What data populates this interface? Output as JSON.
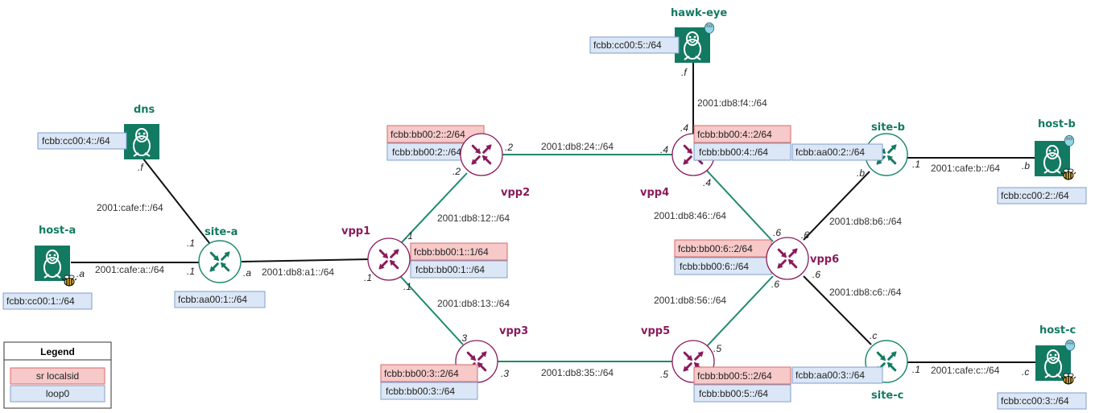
{
  "colors": {
    "host_green": "#137a62",
    "router_purple": "#8a1a5c",
    "link_teal": "#1f8a70",
    "link_black": "#111111",
    "localsid_fill": "#f7c9c9",
    "localsid_border": "#d46a6a",
    "loop0_fill": "#dbe7f6",
    "loop0_border": "#7f9ccc"
  },
  "legend": {
    "title": "Legend",
    "localsid_label": "sr localsid",
    "loop0_label": "loop0"
  },
  "nodes": {
    "dns": {
      "name": "dns",
      "loop0": "fcbb:cc00:4::/64",
      "iface": ".f",
      "icon": "linux-tux-icon"
    },
    "hawk_eye": {
      "name": "hawk-eye",
      "loop0": "fcbb:cc00:5::/64",
      "iface": ".f",
      "icon": "linux-tux-icon"
    },
    "host_a": {
      "name": "host-a",
      "loop0": "fcbb:cc00:1::/64",
      "iface": ".a",
      "icon": "linux-tux-icon"
    },
    "host_b": {
      "name": "host-b",
      "loop0": "fcbb:cc00:2::/64",
      "iface": ".b",
      "icon": "linux-tux-icon"
    },
    "host_c": {
      "name": "host-c",
      "loop0": "fcbb:cc00:3::/64",
      "iface": ".c",
      "icon": "linux-tux-icon"
    },
    "site_a": {
      "name": "site-a",
      "loop0": "fcbb:aa00:1::/64",
      "iface_up": ".1",
      "iface_left": ".1",
      "iface_right": ".a",
      "icon": "router-arrows-icon"
    },
    "site_b": {
      "name": "site-b",
      "loop0": "fcbb:aa00:2::/64",
      "iface_down": ".b",
      "iface_right": ".1",
      "icon": "router-arrows-icon"
    },
    "site_c": {
      "name": "site-c",
      "loop0": "fcbb:aa00:3::/64",
      "iface_up": ".c",
      "iface_right": ".1",
      "icon": "router-arrows-icon"
    },
    "vpp1": {
      "name": "vpp1",
      "localsid": "fcbb:bb00:1::1/64",
      "loop0": "fcbb:bb00:1::/64",
      "iface_left": ".1",
      "iface_up": ".1",
      "iface_down": ".1",
      "icon": "router-arrows-icon"
    },
    "vpp2": {
      "name": "vpp2",
      "localsid": "fcbb:bb00:2::2/64",
      "loop0": "fcbb:bb00:2::/64",
      "iface_right": ".2",
      "iface_down": ".2",
      "icon": "router-arrows-icon"
    },
    "vpp3": {
      "name": "vpp3",
      "localsid": "fcbb:bb00:3::2/64",
      "loop0": "fcbb:bb00:3::/64",
      "iface_up": ".3",
      "iface_right": ".3",
      "icon": "router-arrows-icon"
    },
    "vpp4": {
      "name": "vpp4",
      "localsid": "fcbb:bb00:4::2/64",
      "loop0": "fcbb:bb00:4::/64",
      "iface_left": ".4",
      "iface_up": ".4",
      "iface_down": ".4",
      "icon": "router-arrows-icon"
    },
    "vpp5": {
      "name": "vpp5",
      "localsid": "fcbb:bb00:5::2/64",
      "loop0": "fcbb:bb00:5::/64",
      "iface_left": ".5",
      "iface_up": ".5",
      "icon": "router-arrows-icon"
    },
    "vpp6": {
      "name": "vpp6",
      "localsid": "fcbb:bb00:6::2/64",
      "loop0": "fcbb:bb00:6::/64",
      "iface_ul": ".6",
      "iface_ur": ".6",
      "iface_dl": ".6",
      "iface_dr": ".6",
      "icon": "router-arrows-icon"
    }
  },
  "links": {
    "dns_site_a": "2001:cafe:f::/64",
    "host_a_site_a": "2001:cafe:a::/64",
    "site_a_vpp1": "2001:db8:a1::/64",
    "vpp1_vpp2": "2001:db8:12::/64",
    "vpp1_vpp3": "2001:db8:13::/64",
    "vpp2_vpp4": "2001:db8:24::/64",
    "vpp3_vpp5": "2001:db8:35::/64",
    "hawk_vpp4": "2001:db8:f4::/64",
    "vpp4_vpp6": "2001:db8:46::/64",
    "vpp5_vpp6": "2001:db8:56::/64",
    "vpp6_site_b": "2001:db8:b6::/64",
    "vpp6_site_c": "2001:db8:c6::/64",
    "site_b_host_b": "2001:cafe:b::/64",
    "site_c_host_c": "2001:cafe:c::/64"
  }
}
